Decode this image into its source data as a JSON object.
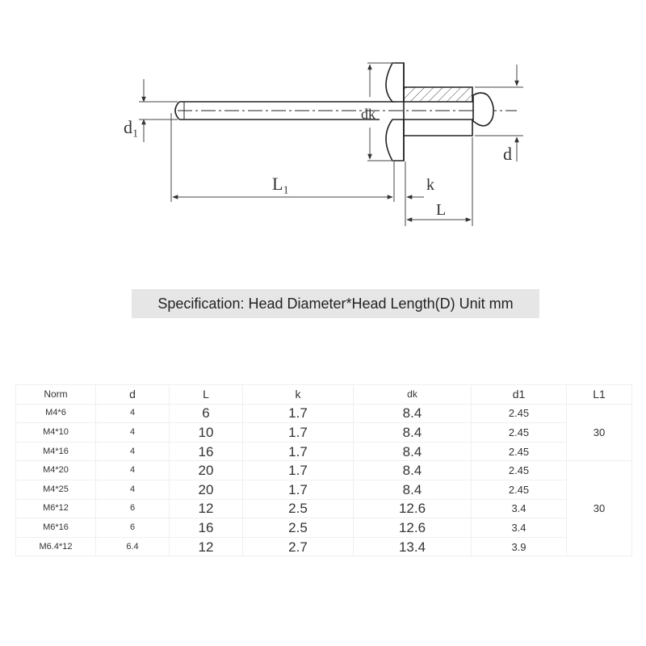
{
  "diagram": {
    "labels": {
      "d1": "d₁",
      "dk": "dk",
      "L1": "L₁",
      "k": "k",
      "L": "L",
      "d": "d"
    }
  },
  "spec_banner": "Specification: Head Diameter*Head Length(D) Unit mm",
  "table": {
    "headers": [
      "Norm",
      "d",
      "L",
      "k",
      "dk",
      "d1",
      "L1"
    ],
    "rows": [
      {
        "norm": "M4*6",
        "d": "4",
        "L": "6",
        "k": "1.7",
        "dk": "8.4",
        "d1": "2.45"
      },
      {
        "norm": "M4*10",
        "d": "4",
        "L": "10",
        "k": "1.7",
        "dk": "8.4",
        "d1": "2.45"
      },
      {
        "norm": "M4*16",
        "d": "4",
        "L": "16",
        "k": "1.7",
        "dk": "8.4",
        "d1": "2.45"
      },
      {
        "norm": "M4*20",
        "d": "4",
        "L": "20",
        "k": "1.7",
        "dk": "8.4",
        "d1": "2.45"
      },
      {
        "norm": "M4*25",
        "d": "4",
        "L": "20",
        "k": "1.7",
        "dk": "8.4",
        "d1": "2.45"
      },
      {
        "norm": "M6*12",
        "d": "6",
        "L": "12",
        "k": "2.5",
        "dk": "12.6",
        "d1": "3.4"
      },
      {
        "norm": "M6*16",
        "d": "6",
        "L": "16",
        "k": "2.5",
        "dk": "12.6",
        "d1": "3.4"
      },
      {
        "norm": "M6.4*12",
        "d": "6.4",
        "L": "12",
        "k": "2.7",
        "dk": "13.4",
        "d1": "3.9"
      }
    ],
    "l1_groups": [
      "30",
      "30"
    ]
  }
}
